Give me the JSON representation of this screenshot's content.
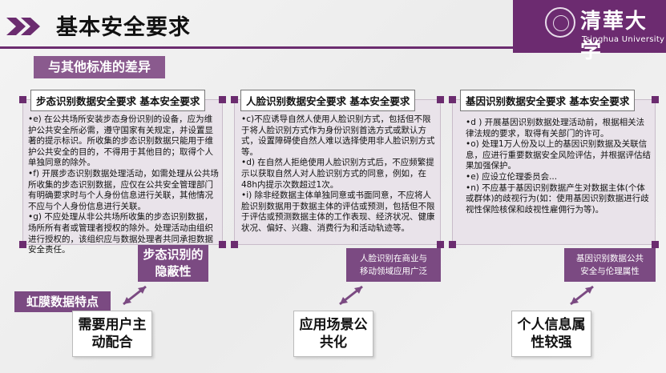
{
  "header": {
    "title": "基本安全要求",
    "logo_cn": "清華大学",
    "logo_en": "Tsinghua University"
  },
  "section_label": "与其他标准的差异",
  "panels": [
    {
      "heading": "步态识别数据安全要求 基本安全要求",
      "paragraphs": [
        "•e) 在公共场所安装步态身份识别的设备，应为维护公共安全所必需，遵守国家有关规定，并设置显著的提示标识。所收集的步态识别数据只能用于维护公共安全的目的，不得用于其他目的；取得个人单独同意的除外。",
        "•f) 开展步态识别数据处理活动，如需处理从公共场所收集的步态识别数据，应仅在公共安全管理部门有明确要求时与个人身份信息进行关联，其他情况不应与个人身份信息进行关联。",
        "•g) 不应处理从非公共场所收集的步态识别数据，场所所有者或管理者授权的除外。处理活动由组织进行授权的，该组织应与数据处理者共同承担数据安全责任。"
      ]
    },
    {
      "heading": "人脸识别数据安全要求 基本安全要求",
      "paragraphs": [
        "•c)不应诱导自然人使用人脸识别方式，包括但不限于将人脸识别方式作为身份识别首选方式或默认方式，设置障碍使自然人难以选择使用非人脸识别方式等。",
        "•d) 在自然人拒绝使用人脸识别方式后，不应频繁提示以获取自然人对人脸识别方式的同意，例如，在48h内提示次数超过1次。",
        "•i) 除非经数据主体单独同意或书面同意，不应将人脸识别数据用于数据主体的评估或预测，包括但不限于评估或预测数据主体的工作表现、经济状况、健康状况、偏好、兴趣、消费行为和活动轨迹等。"
      ]
    },
    {
      "heading": "基因识别数据安全要求 基本安全要求",
      "paragraphs": [
        "•d ) 开展基因识别数据处理活动前，根据相关法律法规的要求，取得有关部门的许可。",
        "•o) 处理1万人份及以上的基因识别数据及关联信息，应进行重要数据安全风险评估，并根据评估结果加强保护。",
        "•e) 应设立伦理委员会...",
        "•n) 不应基于基因识别数据产生对数据主体(个体或群体)的歧视行为(如：使用基因识别数据进行歧视性保险核保和歧视性雇佣行为等)。"
      ]
    }
  ],
  "callouts": {
    "gait": "步态识别的\n隐蔽性",
    "face": "人脸识别在商业与\n移动领域应用广泛",
    "gene": "基因识别数据公共\n安全与伦理属性"
  },
  "iris_label": "虹膜数据特点",
  "features": {
    "gait": "需要用户主\n动配合",
    "face": "应用场景公\n共化",
    "gene": "个人信息属\n性较强"
  }
}
